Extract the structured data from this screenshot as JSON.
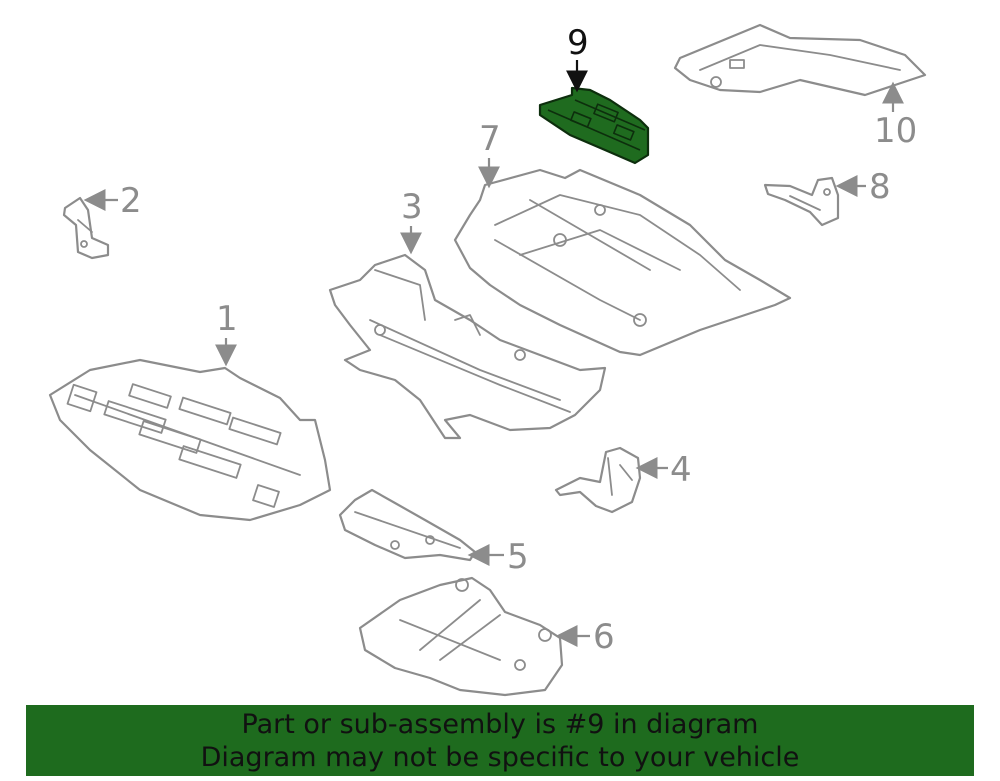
{
  "callouts": {
    "c1": "1",
    "c2": "2",
    "c3": "3",
    "c4": "4",
    "c5": "5",
    "c6": "6",
    "c7": "7",
    "c8": "8",
    "c9": "9",
    "c10": "10"
  },
  "highlighted_part": "9",
  "colors": {
    "highlight": "#1f6b1f",
    "banner": "#1e6b1e",
    "line": "#8c8c8c",
    "text": "#111111"
  },
  "banner": {
    "line1": "Part or sub-assembly is #9 in diagram",
    "line2": "Diagram may not be specific to your vehicle"
  }
}
